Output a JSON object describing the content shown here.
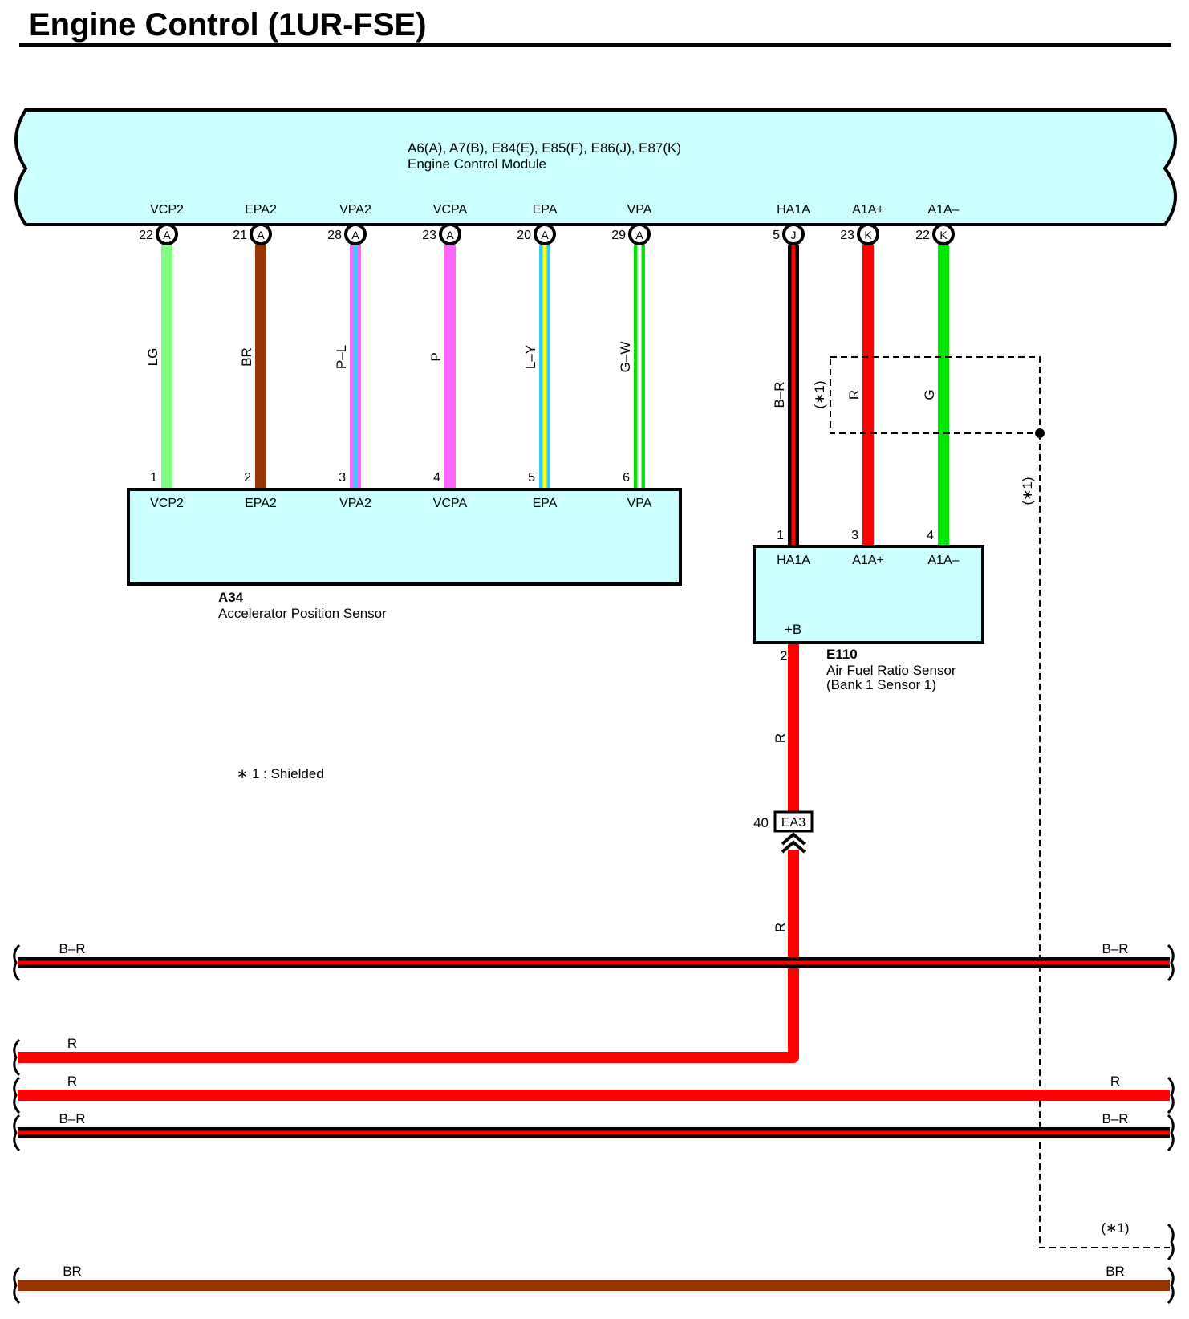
{
  "title": "Engine Control (1UR-FSE)",
  "colors": {
    "box_fill": "#ccffff",
    "LG": "#80ff80",
    "BR": "#993300",
    "P": "#ff66ff",
    "L": "#33ccff",
    "Y": "#ffff00",
    "G": "#00e600",
    "W": "#ffffff",
    "B": "#000000",
    "R": "#ff0000"
  },
  "ecm": {
    "connectors": "A6(A), A7(B), E84(E), E85(F), E86(J), E87(K)",
    "name": "Engine Control Module",
    "pins": [
      {
        "signal": "VCP2",
        "pin": "22",
        "conn": "A"
      },
      {
        "signal": "EPA2",
        "pin": "21",
        "conn": "A"
      },
      {
        "signal": "VPA2",
        "pin": "28",
        "conn": "A"
      },
      {
        "signal": "VCPA",
        "pin": "23",
        "conn": "A"
      },
      {
        "signal": "EPA",
        "pin": "20",
        "conn": "A"
      },
      {
        "signal": "VPA",
        "pin": "29",
        "conn": "A"
      },
      {
        "signal": "HA1A",
        "pin": "5",
        "conn": "J"
      },
      {
        "signal": "A1A+",
        "pin": "23",
        "conn": "K"
      },
      {
        "signal": "A1A–",
        "pin": "22",
        "conn": "K"
      }
    ]
  },
  "wires": [
    {
      "label": "LG",
      "colors": [
        "LG"
      ]
    },
    {
      "label": "BR",
      "colors": [
        "BR"
      ]
    },
    {
      "label": "P–L",
      "colors": [
        "P",
        "L"
      ]
    },
    {
      "label": "P",
      "colors": [
        "P"
      ]
    },
    {
      "label": "L–Y",
      "colors": [
        "L",
        "Y"
      ]
    },
    {
      "label": "G–W",
      "colors": [
        "G",
        "W"
      ]
    },
    {
      "label": "B–R",
      "colors": [
        "B",
        "R"
      ]
    },
    {
      "label": "R",
      "colors": [
        "R"
      ]
    },
    {
      "label": "G",
      "colors": [
        "G"
      ]
    }
  ],
  "a34": {
    "code": "A34",
    "name": "Accelerator Position Sensor",
    "pins": [
      {
        "signal": "VCP2",
        "pin": "1"
      },
      {
        "signal": "EPA2",
        "pin": "2"
      },
      {
        "signal": "VPA2",
        "pin": "3"
      },
      {
        "signal": "VCPA",
        "pin": "4"
      },
      {
        "signal": "EPA",
        "pin": "5"
      },
      {
        "signal": "VPA",
        "pin": "6"
      }
    ]
  },
  "e110": {
    "code": "E110",
    "name_line1": "Air Fuel Ratio Sensor",
    "name_line2": "(Bank 1 Sensor 1)",
    "pins": [
      {
        "signal": "HA1A",
        "pin": "1"
      },
      {
        "signal": "A1A+",
        "pin": "3"
      },
      {
        "signal": "A1A–",
        "pin": "4"
      }
    ],
    "power_pin_signal": "+B",
    "power_pin": "2"
  },
  "shield": {
    "label": "(∗1)",
    "note": "∗ 1 : Shielded"
  },
  "junction": {
    "pin": "40",
    "code": "EA3"
  },
  "r_wire_label": "R",
  "bus": [
    {
      "left": "B–R",
      "right": "B–R",
      "colors": [
        "B",
        "R"
      ]
    },
    {
      "left": "R",
      "right": "",
      "colors": [
        "R"
      ]
    },
    {
      "left": "R",
      "right": "R",
      "colors": [
        "R"
      ]
    },
    {
      "left": "B–R",
      "right": "B–R",
      "colors": [
        "B",
        "R"
      ]
    },
    {
      "left": "",
      "right": "(∗1)",
      "colors": []
    },
    {
      "left": "BR",
      "right": "BR",
      "colors": [
        "BR"
      ]
    }
  ]
}
